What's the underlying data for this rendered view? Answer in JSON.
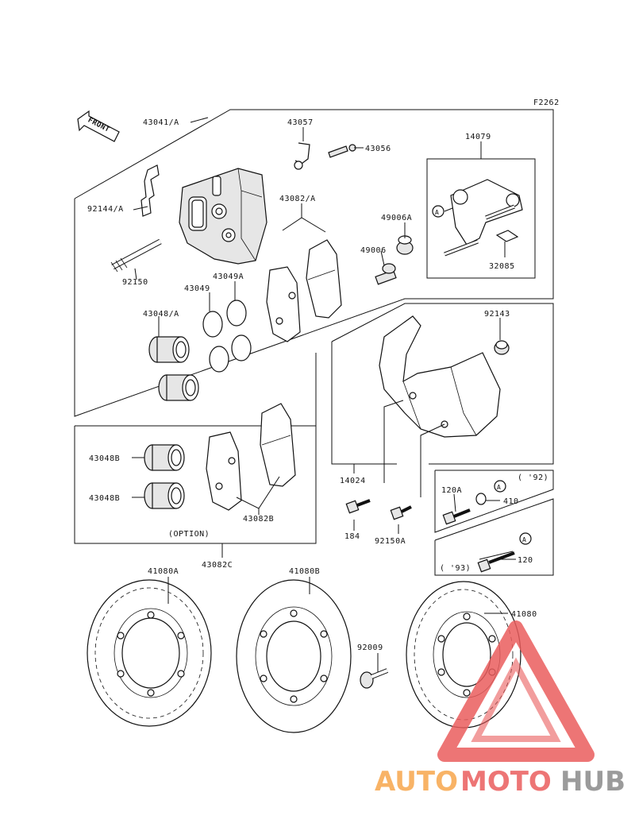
{
  "figure_code": "F2262",
  "front_label": "FRONT",
  "labels": {
    "l43041A": "43041/A",
    "l43057": "43057",
    "l43056": "43056",
    "l14079": "14079",
    "l92144A": "92144/A",
    "l43082A": "43082/A",
    "l49006A": "49006A",
    "l49006": "49006",
    "l92150": "92150",
    "l43049A": "43049A",
    "l43049": "43049",
    "l32085": "32085",
    "l43048A": "43048/A",
    "l92143": "92143",
    "l43048B_1": "43048B",
    "l43048B_2": "43048B",
    "l43082B": "43082B",
    "l14024": "14024",
    "l92150A": "92150A",
    "l184": "184",
    "l120A": "120A",
    "l410": "410",
    "l92": "( '92)",
    "l93": "( '93)",
    "l120": "120",
    "option": "(OPTION)",
    "l43082C": "43082C",
    "l41080A": "41080A",
    "l41080B": "41080B",
    "l41080": "41080",
    "l92009": "92009",
    "ref_a1": "A",
    "ref_a2": "A",
    "ref_a3": "A"
  },
  "watermark": {
    "part1": "AUTO",
    "part2": "MOTO",
    "part3": "HUB",
    "color1": "#f7a64c",
    "color2": "#ea5d5d",
    "color3": "#8a8a8a"
  }
}
